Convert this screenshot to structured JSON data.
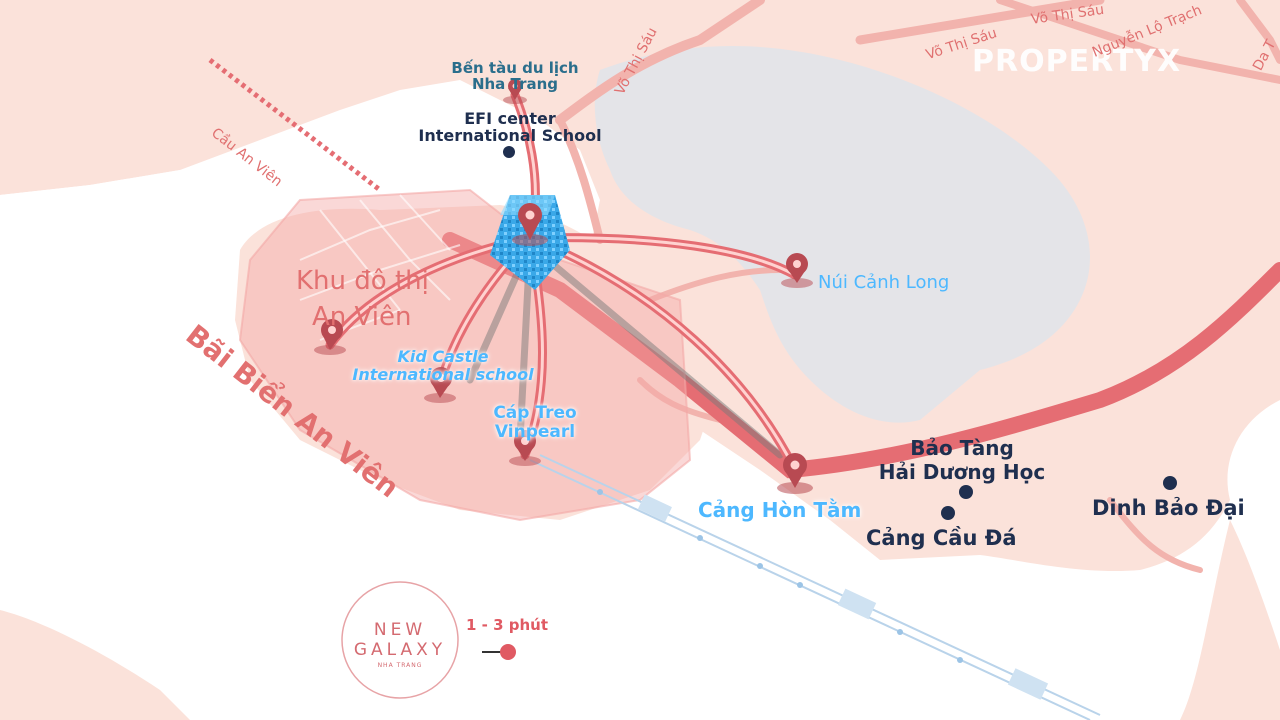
{
  "brand": {
    "watermark": "PROPERTYX"
  },
  "roads": {
    "cau_an_vien": "Cầu An Viên",
    "vo_thi_sau_1": "Võ Thị Sáu",
    "vo_thi_sau_2": "Võ Thị Sáu",
    "vo_thi_sau_3": "Võ Thị Sáu",
    "nguyen_lo_trach": "Nguyễn Lộ Trạch",
    "top_right_cut": "Da T"
  },
  "areas": {
    "khu_do_thi_line1": "Khu đô thị",
    "khu_do_thi_line2": "An Viên",
    "bai_bien": "Bãi Biển An Viên"
  },
  "places": {
    "ben_tau_line1": "Bến tàu du lịch",
    "ben_tau_line2": "Nha Trang",
    "efi_line1": "EFI center",
    "efi_line2": "International School",
    "nui_canh_long": "Núi Cảnh Long",
    "kid_castle_line1": "Kid Castle",
    "kid_castle_line2": "International school",
    "cap_treo_line1": "Cáp Treo",
    "cap_treo_line2": "Vinpearl",
    "cang_hon_tam": "Cảng Hòn Tằm",
    "bao_tang_line1": "Bảo Tàng",
    "bao_tang_line2": "Hải Dương Học",
    "cang_cau_da": "Cảng Cầu Đá",
    "dinh_bao_dai": "Dinh Bảo Đại"
  },
  "legend": {
    "time": "1 - 3 phút",
    "logo_line1": "NEW",
    "logo_line2": "GALAXY",
    "logo_line3": "NHA TRANG"
  },
  "colors": {
    "land": "#fbe2da",
    "water": "#e4e4e8",
    "road": "#f2b3ad",
    "route": "#e56d73",
    "pin": "#b84a52",
    "accent_blue": "#4db8ff",
    "dark_label": "#1f2f4f"
  }
}
